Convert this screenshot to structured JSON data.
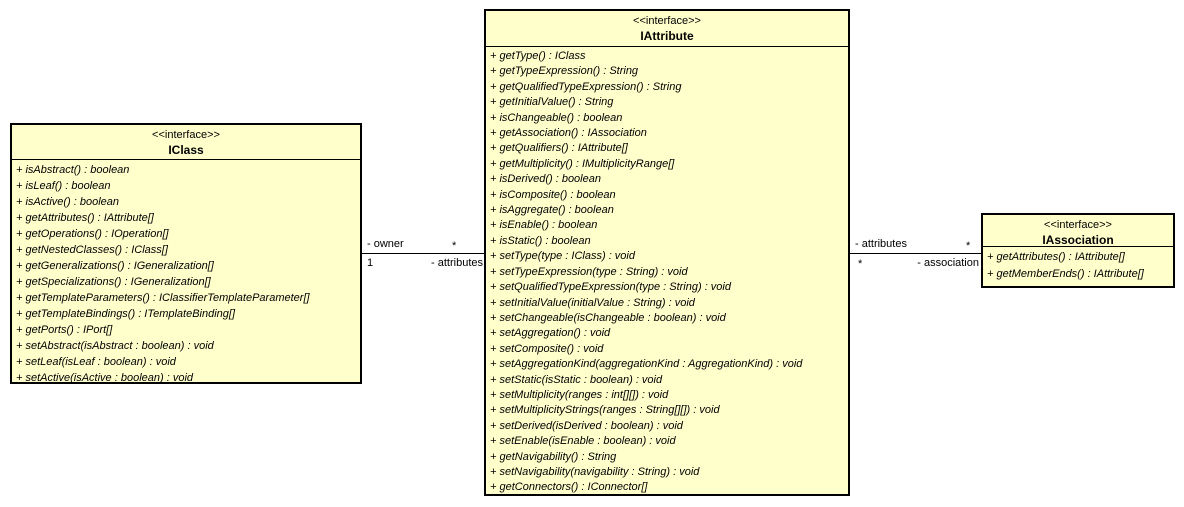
{
  "style": {
    "box_fill": "#FFFFCC",
    "box_border": "#000000",
    "text_color": "#000000",
    "background": "#FFFFFF"
  },
  "classes": [
    {
      "stereotype": "<<interface>>",
      "name": "IClass",
      "methods": [
        "+ isAbstract() : boolean",
        "+ isLeaf() : boolean",
        "+ isActive() : boolean",
        "+ getAttributes() : IAttribute[]",
        "+ getOperations() : IOperation[]",
        "+ getNestedClasses() : IClass[]",
        "+ getGeneralizations() : IGeneralization[]",
        "+ getSpecializations() : IGeneralization[]",
        "+ getTemplateParameters() : IClassifierTemplateParameter[]",
        "+ getTemplateBindings() : ITemplateBinding[]",
        "+ getPorts() : IPort[]",
        "+ setAbstract(isAbstract : boolean) : void",
        "+ setLeaf(isLeaf : boolean) : void",
        "+ setActive(isActive : boolean) : void"
      ]
    },
    {
      "stereotype": "<<interface>>",
      "name": "IAttribute",
      "methods": [
        "+ getType() : IClass",
        "+ getTypeExpression() : String",
        "+ getQualifiedTypeExpression() : String",
        "+ getInitialValue() : String",
        "+ isChangeable() : boolean",
        "+ getAssociation() : IAssociation",
        "+ getQualifiers() : IAttribute[]",
        "+ getMultiplicity() : IMultiplicityRange[]",
        "+ isDerived() : boolean",
        "+ isComposite() : boolean",
        "+ isAggregate() : boolean",
        "+ isEnable() : boolean",
        "+ isStatic() : boolean",
        "+ setType(type : IClass) : void",
        "+ setTypeExpression(type : String) : void",
        "+ setQualifiedTypeExpression(type : String) : void",
        "+ setInitialValue(initialValue : String) : void",
        "+ setChangeable(isChangeable : boolean) : void",
        "+ setAggregation() : void",
        "+ setComposite() : void",
        "+ setAggregationKind(aggregationKind : AggregationKind) : void",
        "+ setStatic(isStatic : boolean) : void",
        "+ setMultiplicity(ranges : int[][]) : void",
        "+ setMultiplicityStrings(ranges : String[][]) : void",
        "+ setDerived(isDerived : boolean) : void",
        "+ setEnable(isEnable : boolean) : void",
        "+ getNavigability() : String",
        "+ setNavigability(navigability : String) : void",
        "+ getConnectors() : IConnector[]"
      ]
    },
    {
      "stereotype": "<<interface>>",
      "name": "IAssociation",
      "methods": [
        "+ getAttributes() : IAttribute[]",
        "+ getMemberEnds() : IAttribute[]"
      ]
    }
  ],
  "associations": [
    {
      "from": "IClass",
      "to": "IAttribute",
      "labels": {
        "above_left": "- owner",
        "above_right": "*",
        "below_left": "1",
        "below_right": "- attributes"
      }
    },
    {
      "from": "IAttribute",
      "to": "IAssociation",
      "labels": {
        "above_left": "- attributes",
        "above_right": "*",
        "below_left": "*",
        "below_right": "- association"
      }
    }
  ]
}
